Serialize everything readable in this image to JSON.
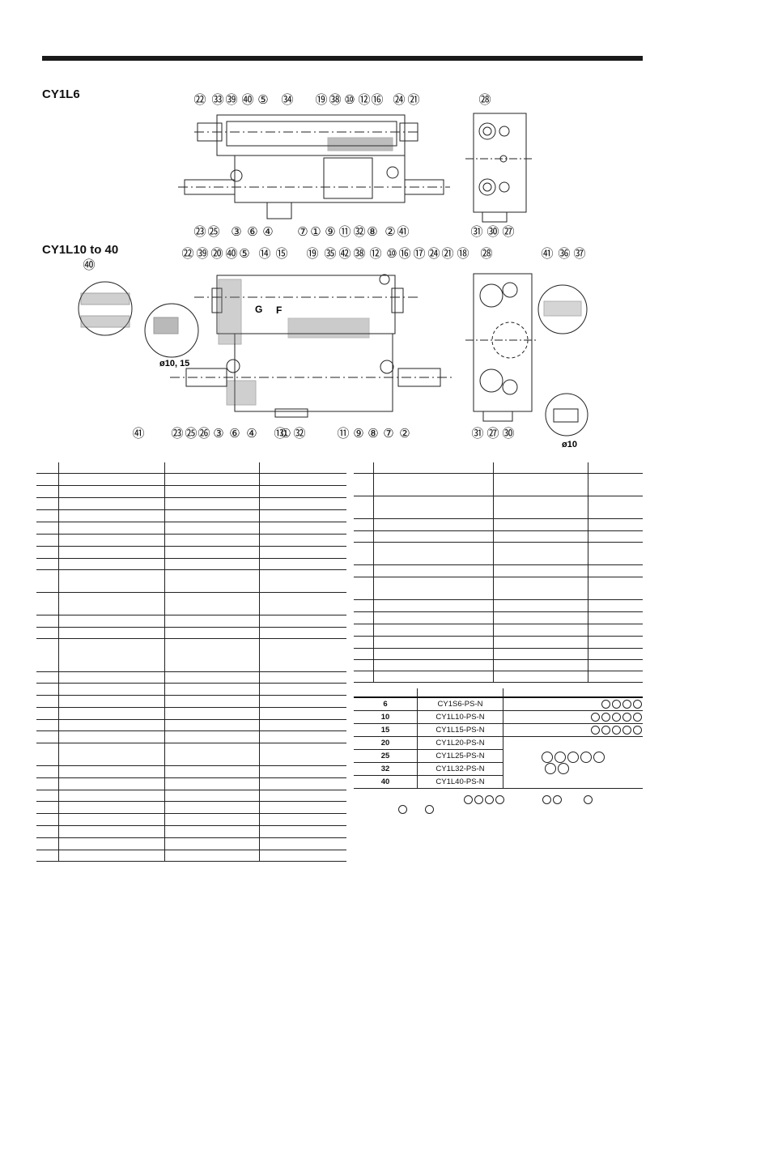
{
  "titles": {
    "upper": "CY1L6",
    "lower": "CY1L10 to 40"
  },
  "diagram_labels": {
    "upper_top": [
      "㉒",
      "㉝",
      "㊴",
      "㊵",
      "⑤",
      "㉞",
      "⑲",
      "㊳",
      "⑩",
      "⑫",
      "⑯",
      "㉔",
      "㉑"
    ],
    "upper_bottom": [
      "㉓",
      "㉕",
      "③",
      "⑥",
      "④",
      "⑦",
      "①",
      "⑨",
      "⑪",
      "㉜",
      "⑧",
      "②",
      "㊶"
    ],
    "upper_side_top": "㉘",
    "upper_side_bottom": [
      "㉛",
      "㉚",
      "㉗"
    ],
    "lower_top": [
      "㉒",
      "㊴",
      "⑳",
      "㊵",
      "⑤",
      "⑭",
      "⑮",
      "⑲",
      "㉟",
      "㊷",
      "㊳",
      "⑫",
      "⑩",
      "⑯",
      "⑰",
      "㉔",
      "㉑",
      "⑱"
    ],
    "lower_bottom": [
      "㊶",
      "㉓",
      "㉕",
      "㉖",
      "③",
      "⑥",
      "④",
      "⑬",
      "①",
      "㉜",
      "⑪",
      "⑨",
      "⑧",
      "⑦",
      "②"
    ],
    "lower_side_top": [
      "㉘",
      "㊶",
      "㊱",
      "㊲"
    ],
    "lower_side_bottom": [
      "㉛",
      "㉗",
      "㉚"
    ],
    "detail_40": "㊵",
    "detail_bore": "ø10, 15",
    "detail_side_bore": "ø10",
    "letter_g": "G",
    "letter_f": "F"
  },
  "kit_table": {
    "rows": [
      {
        "bore": "6",
        "kit": "CY1S6-PS-N"
      },
      {
        "bore": "10",
        "kit": "CY1L10-PS-N"
      },
      {
        "bore": "15",
        "kit": "CY1L15-PS-N"
      },
      {
        "bore": "20",
        "kit": "CY1L20-PS-N"
      },
      {
        "bore": "25",
        "kit": "CY1L25-PS-N"
      },
      {
        "bore": "32",
        "kit": "CY1L32-PS-N"
      },
      {
        "bore": "40",
        "kit": "CY1L40-PS-N"
      }
    ]
  }
}
